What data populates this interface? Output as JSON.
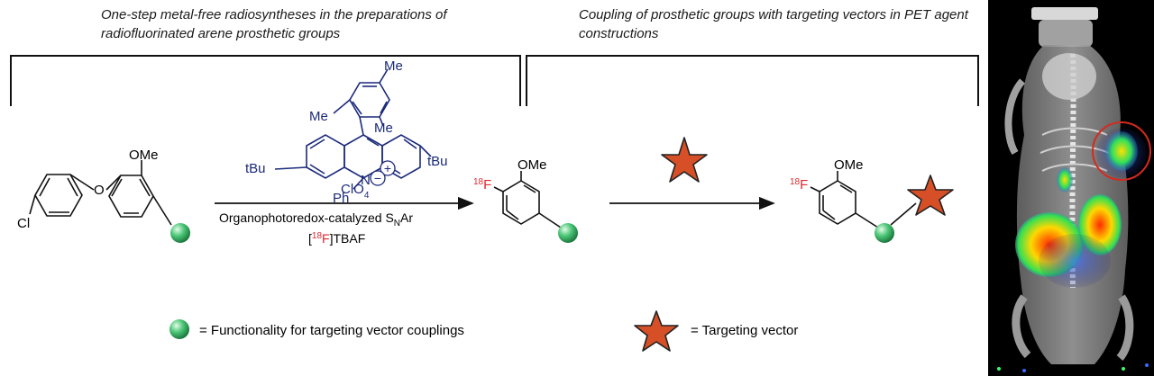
{
  "captions": {
    "left": "One-step metal-free radiosyntheses in the preparations of radiofluorinated arene prosthetic groups",
    "right": "Coupling of prosthetic groups with targeting vectors in PET agent constructions"
  },
  "substrate": {
    "methoxy": "OMe",
    "oxygen": "O",
    "chlorine": "Cl"
  },
  "catalyst": {
    "me_top": "Me",
    "me_left": "Me",
    "me_right": "Me",
    "tbu_left": "tBu",
    "tbu_right": "tBu",
    "nitrogen": "N",
    "phenyl": "Ph",
    "plus": "+",
    "perchlorate": "ClO",
    "perchlorate_sub": "4",
    "minus": "−"
  },
  "conditions": {
    "line1_pre": "Organophotoredox-catalyzed S",
    "line1_sub": "N",
    "line1_post": "Ar",
    "line2_open": "[",
    "line2_iso": "18",
    "line2_el": "F",
    "line2_rest": "]TBAF"
  },
  "product": {
    "iso": "18",
    "el": "F",
    "methoxy": "OMe"
  },
  "conjugate": {
    "iso": "18",
    "el": "F",
    "methoxy": "OMe"
  },
  "legend": {
    "sphere_text": "= Functionality for targeting vector couplings",
    "star_text": "= Targeting vector"
  },
  "colors": {
    "catalyst": "#1b2a7a",
    "fluorine": "#e0282e",
    "star": "#d64f26",
    "sphere": "#2fa85a"
  }
}
